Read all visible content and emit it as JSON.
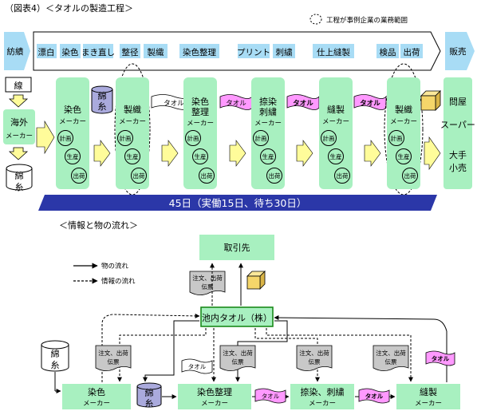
{
  "title": "（図表4）＜タオルの製造工程＞",
  "legend_scope": "工程が事例企業の業務範囲",
  "stages": {
    "left": "紡績",
    "right": "販売",
    "middle": [
      "漂白",
      "染色",
      "まき直し",
      "整径",
      "製織",
      "染色整理",
      "プリント",
      "刺繍",
      "仕上縫製",
      "検品",
      "出荷"
    ]
  },
  "top": {
    "cotton": "線",
    "overseas": [
      "海外",
      "メーカー"
    ],
    "yarn": [
      "綿",
      "糸"
    ],
    "companies": [
      {
        "l1": "染色",
        "l2": "メーカー"
      },
      {
        "l1": "製織",
        "l2": "メーカー"
      },
      {
        "l1": "染色",
        "l2": "整理",
        "l3": "メーカー"
      },
      {
        "l1": "捺染",
        "l2": "刺繍",
        "l3": "メーカー"
      },
      {
        "l1": "縫製",
        "l2": "メーカー"
      },
      {
        "l1": "製織",
        "l2": "メーカー"
      }
    ],
    "circles": [
      "計画",
      "生産",
      "出荷"
    ],
    "yarn_can": [
      "綿",
      "糸"
    ],
    "towel": "タオル",
    "sales": [
      "問屋",
      "スーパー",
      "大手",
      "小売"
    ],
    "duration": "45日（実働15日、待ち30日）"
  },
  "bottom": {
    "title": "＜情報と物の流れ＞",
    "legend_goods": "物の流れ",
    "legend_info": "情報の流れ",
    "client": "取引先",
    "company": "池内タオル（株）",
    "docs": [
      "注文、出荷",
      "伝票"
    ],
    "towel": "タオル",
    "yarn": [
      "綿",
      "糸"
    ],
    "bottom_boxes": [
      {
        "l1": "染色",
        "l2": "メーカー"
      },
      {
        "l1": "染色整理",
        "l2": "メーカー"
      },
      {
        "l1": "捺染、刺繍",
        "l2": "メーカー"
      },
      {
        "l1": "縫製",
        "l2": "メーカー"
      }
    ]
  },
  "colors": {
    "green": "#a8f0c0",
    "yellow": "#fffc9a",
    "blue": "#2b37a8",
    "pink": "#ff99ff",
    "gray": "#c8c8c8",
    "can": "#aaaadd",
    "cube": "#f5d66a",
    "stage_fill": "#a8dcf5"
  }
}
